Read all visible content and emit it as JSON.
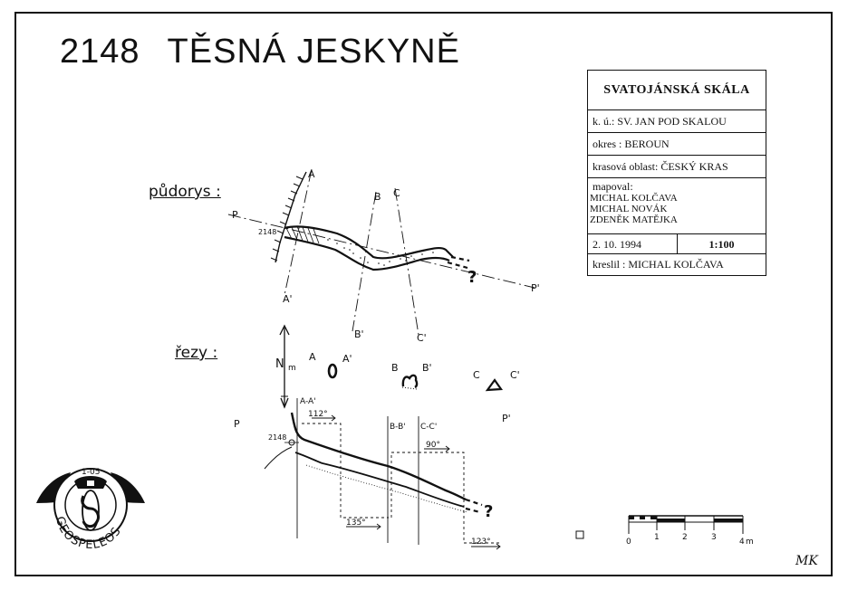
{
  "title": {
    "number": "2148",
    "name": "TĚSNÁ JESKYNĚ"
  },
  "info": {
    "locality": "SVATOJÁNSKÁ SKÁLA",
    "ku": "k. ú.: SV. JAN POD SKALOU",
    "okres": "okres : BEROUN",
    "krasova_oblast": "krasová oblast: ČESKÝ KRAS",
    "mapoval_label": "mapoval:",
    "mapovali": [
      "MICHAL KOLČAVA",
      "MICHAL NOVÁK",
      "ZDENĚK MATĚJKA"
    ],
    "date": "2. 10. 1994",
    "scale": "1:100",
    "kreslil": "kreslil : MICHAL KOLČAVA"
  },
  "plan": {
    "heading": "půdorys :",
    "cave_number": "2148",
    "section_letters": {
      "A": "A",
      "A_prime": "A'",
      "B": "B",
      "B_prime": "B'",
      "C": "C",
      "C_prime": "C'",
      "P": "P",
      "P_prime": "P'"
    },
    "end_mark": "?"
  },
  "sections": {
    "heading": "řezy :",
    "north_label": "N",
    "north_sub": "m",
    "labels": {
      "A": "A",
      "A_prime": "A'",
      "B": "B",
      "B_prime": "B'",
      "C": "C",
      "C_prime": "C'"
    }
  },
  "profile": {
    "P": "P",
    "P_prime": "P'",
    "cave_number": "2148",
    "cuts": {
      "AA": "A-A'",
      "BB": "B-B'",
      "CC": "C-C'"
    },
    "slopes": [
      "112°",
      "90°",
      "135°",
      "123°"
    ],
    "end_mark": "?"
  },
  "logo": {
    "top_text": "1-05",
    "ring_text": "GEOSPELEOS"
  },
  "scale_bar": {
    "ticks": [
      "0",
      "1",
      "2",
      "3",
      "4"
    ],
    "unit": "m"
  },
  "signature": "MK"
}
